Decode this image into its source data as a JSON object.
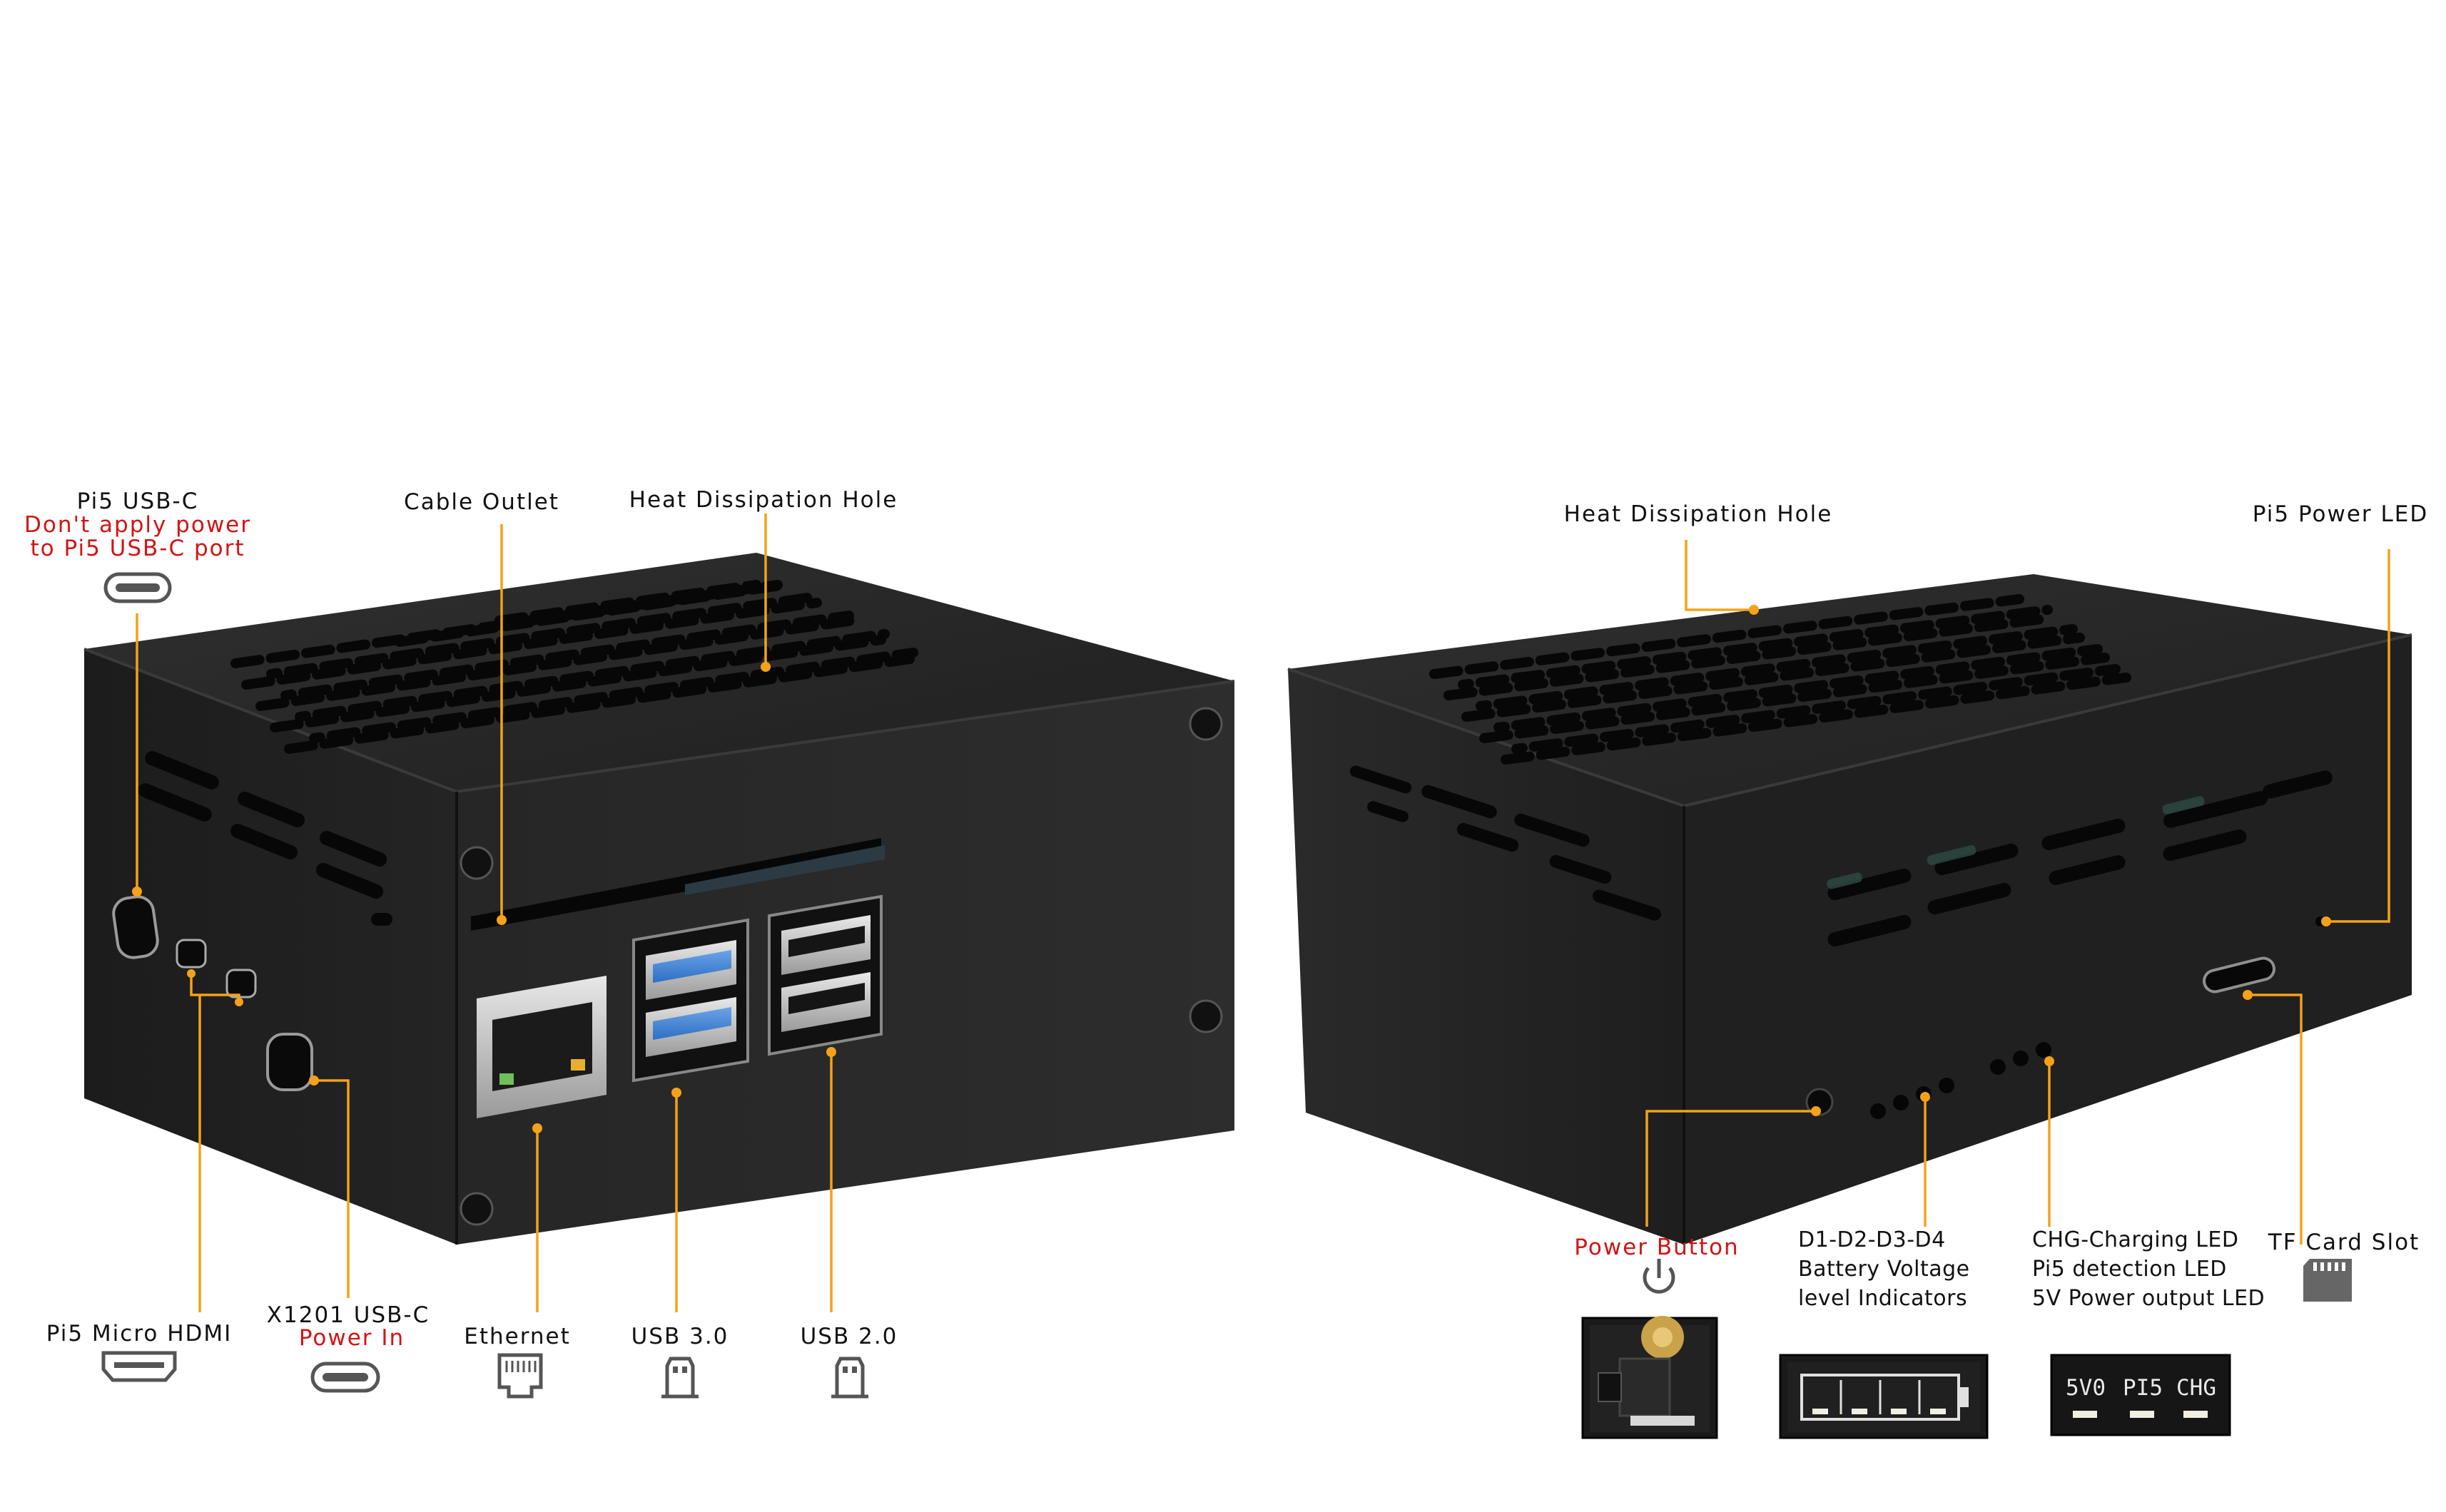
{
  "colors": {
    "accent": "#f5a11a",
    "warning": "#d31313",
    "case": "#262626",
    "case_dark": "#161616",
    "label": "#111111"
  },
  "left_view": {
    "labels": {
      "pi5_usbc_title": "Pi5 USB-C",
      "pi5_usbc_warning_line1": "Don't apply power",
      "pi5_usbc_warning_line2": "to Pi5 USB-C port",
      "cable_outlet": "Cable Outlet",
      "heat_hole": "Heat Dissipation Hole",
      "micro_hdmi": "Pi5 Micro HDMI",
      "x1201_title": "X1201 USB-C",
      "x1201_power": "Power In",
      "ethernet": "Ethernet",
      "usb3": "USB 3.0",
      "usb2": "USB 2.0"
    },
    "icons": [
      "usb-c-icon",
      "micro-hdmi-icon",
      "usb-c-icon",
      "ethernet-icon",
      "usb-a-icon",
      "usb-a-icon"
    ]
  },
  "right_view": {
    "labels": {
      "heat_hole": "Heat Dissipation Hole",
      "pi5_power_led": "Pi5 Power LED",
      "power_button": "Power Button",
      "battery_line1": "D1-D2-D3-D4",
      "battery_line2": "Battery Voltage",
      "battery_line3": "level Indicators",
      "led_line1": "CHG-Charging LED",
      "led_line2": "Pi5 detection LED",
      "led_line3": "5V Power output LED",
      "tf_slot": "TF Card Slot"
    },
    "pcb_silkscreen": {
      "v50": "5V0",
      "pi5": "PI5",
      "chg": "CHG"
    },
    "icons": [
      "power-icon",
      "sd-card-icon"
    ]
  }
}
